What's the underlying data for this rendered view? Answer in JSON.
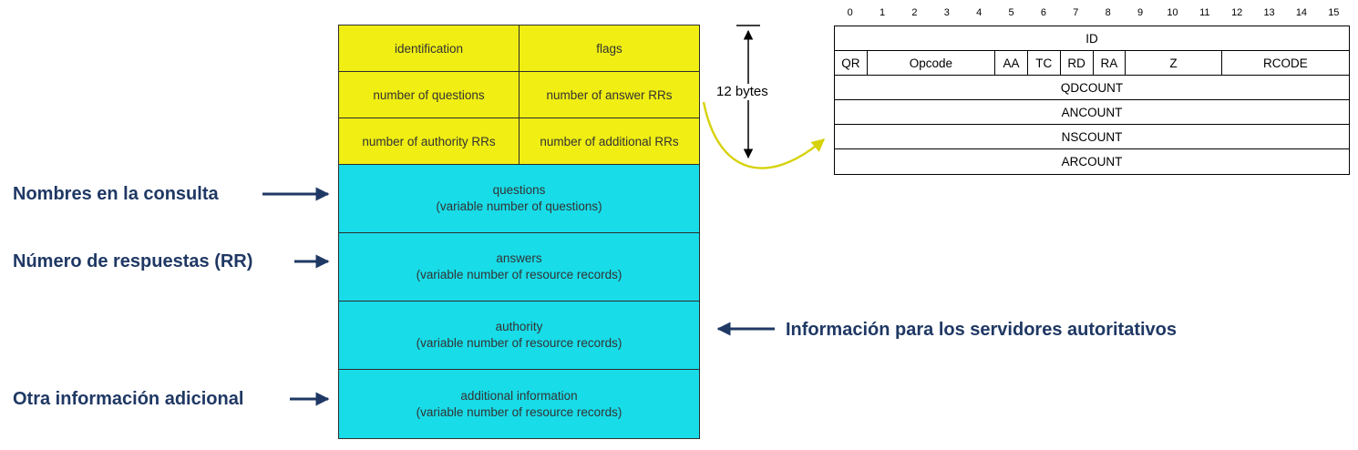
{
  "colors": {
    "yellow": "#f0ee12",
    "cyan": "#18dce8",
    "navy": "#1f3864",
    "arrow_yellow": "#d6d20a",
    "black": "#000000"
  },
  "left_labels": [
    {
      "text": "Nombres en la consulta"
    },
    {
      "text": "Número de respuestas (RR)"
    },
    {
      "text": "Otra información adicional"
    }
  ],
  "right_label": {
    "text": "Información para los servidores autoritativos"
  },
  "bytes_label": "12 bytes",
  "message_table": {
    "header_rows": [
      {
        "cells": [
          "identification",
          "flags"
        ]
      },
      {
        "cells": [
          "number of questions",
          "number of answer RRs"
        ]
      },
      {
        "cells": [
          "number of authority RRs",
          "number of additional RRs"
        ]
      }
    ],
    "body_rows": [
      {
        "title": "questions",
        "subtitle": "(variable number of questions)"
      },
      {
        "title": "answers",
        "subtitle": "(variable number of resource records)"
      },
      {
        "title": "authority",
        "subtitle": "(variable number of resource records)"
      },
      {
        "title": "additional information",
        "subtitle": "(variable number of resource records)"
      }
    ]
  },
  "bit_diagram": {
    "column_numbers": [
      "0",
      "1",
      "2",
      "3",
      "4",
      "5",
      "6",
      "7",
      "8",
      "9",
      "10",
      "11",
      "12",
      "13",
      "14",
      "15"
    ],
    "rows": [
      {
        "cells": [
          {
            "label": "ID",
            "bits": 16
          }
        ]
      },
      {
        "cells": [
          {
            "label": "QR",
            "bits": 1
          },
          {
            "label": "Opcode",
            "bits": 4
          },
          {
            "label": "AA",
            "bits": 1
          },
          {
            "label": "TC",
            "bits": 1
          },
          {
            "label": "RD",
            "bits": 1
          },
          {
            "label": "RA",
            "bits": 1
          },
          {
            "label": "Z",
            "bits": 3
          },
          {
            "label": "RCODE",
            "bits": 4
          }
        ]
      },
      {
        "cells": [
          {
            "label": "QDCOUNT",
            "bits": 16
          }
        ]
      },
      {
        "cells": [
          {
            "label": "ANCOUNT",
            "bits": 16
          }
        ]
      },
      {
        "cells": [
          {
            "label": "NSCOUNT",
            "bits": 16
          }
        ]
      },
      {
        "cells": [
          {
            "label": "ARCOUNT",
            "bits": 16
          }
        ]
      }
    ]
  }
}
